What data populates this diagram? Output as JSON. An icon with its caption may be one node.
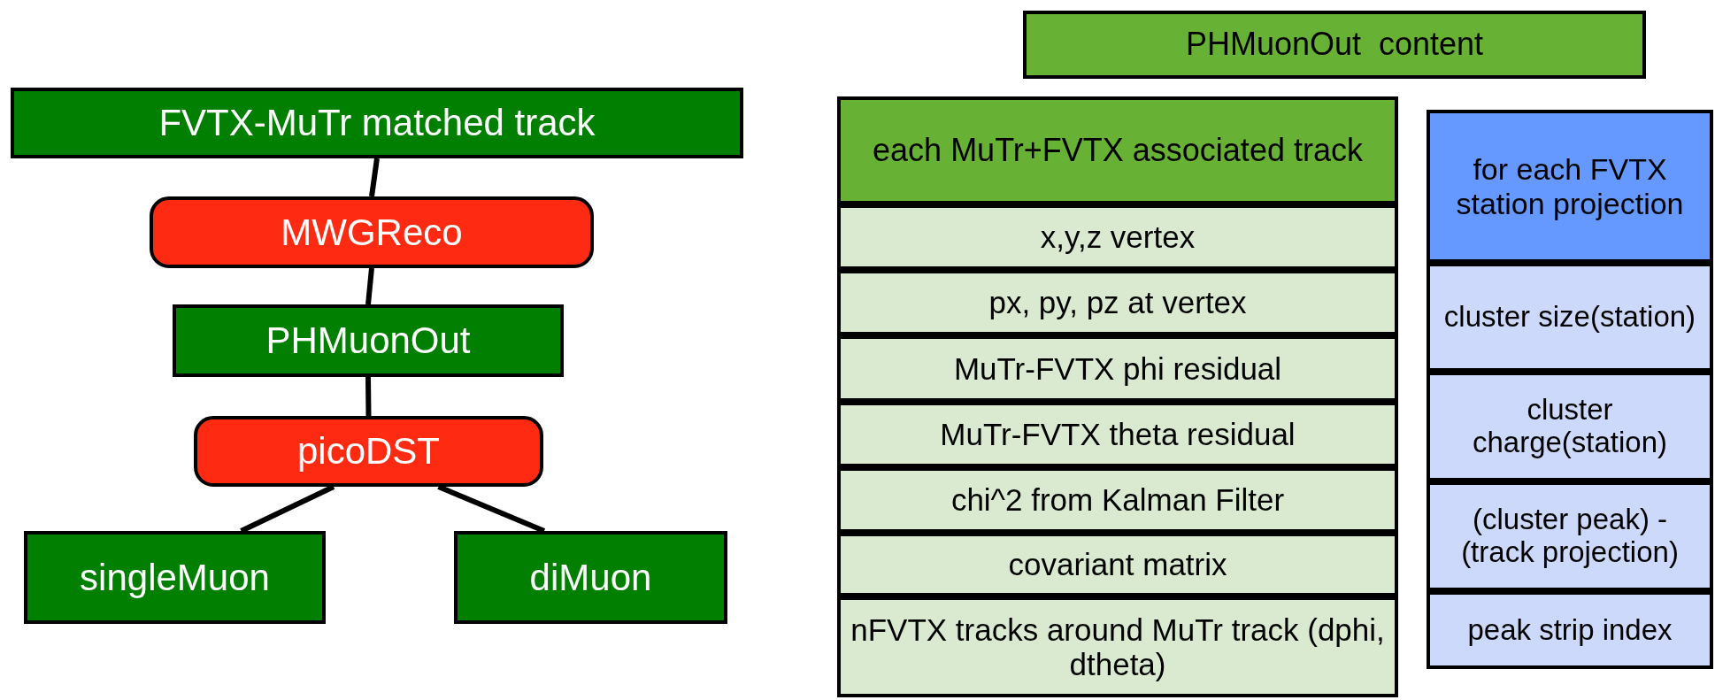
{
  "diagram": {
    "nodes": [
      {
        "text": [
          "FVTX-MuTr matched track"
        ]
      },
      {
        "text": [
          "MWGReco"
        ]
      },
      {
        "text": [
          "PHMuonOut"
        ]
      },
      {
        "text": [
          "picoDST"
        ]
      },
      {
        "text": [
          "singleMuon"
        ]
      },
      {
        "text": [
          "diMuon"
        ]
      },
      {
        "text": [
          "PHMuonOut  content"
        ]
      },
      {
        "text": [
          "each MuTr+FVTX associated track"
        ]
      },
      {
        "text": [
          "x,y,z vertex"
        ]
      },
      {
        "text": [
          "px, py, pz at vertex"
        ]
      },
      {
        "text": [
          "MuTr-FVTX phi residual"
        ]
      },
      {
        "text": [
          "MuTr-FVTX theta residual"
        ]
      },
      {
        "text": [
          "chi^2 from Kalman Filter"
        ]
      },
      {
        "text": [
          "covariant matrix"
        ]
      },
      {
        "text": [
          "nFVTX tracks around MuTr track (dphi, dtheta)"
        ]
      },
      {
        "text": [
          "for each FVTX station projection"
        ]
      },
      {
        "text": [
          "cluster size(station)"
        ]
      },
      {
        "text": [
          "cluster charge(station)"
        ]
      },
      {
        "text": [
          "(cluster peak) - (track projection)"
        ]
      },
      {
        "text": [
          "peak strip index"
        ]
      }
    ],
    "edges": [
      {
        "from": 0,
        "to": 1,
        "arrow": "none"
      },
      {
        "from": 1,
        "to": 2,
        "arrow": "none"
      },
      {
        "from": 2,
        "to": 3,
        "arrow": "none"
      },
      {
        "from": 3,
        "to": 4,
        "arrow": "none"
      },
      {
        "from": 3,
        "to": 5,
        "arrow": "none"
      }
    ]
  }
}
